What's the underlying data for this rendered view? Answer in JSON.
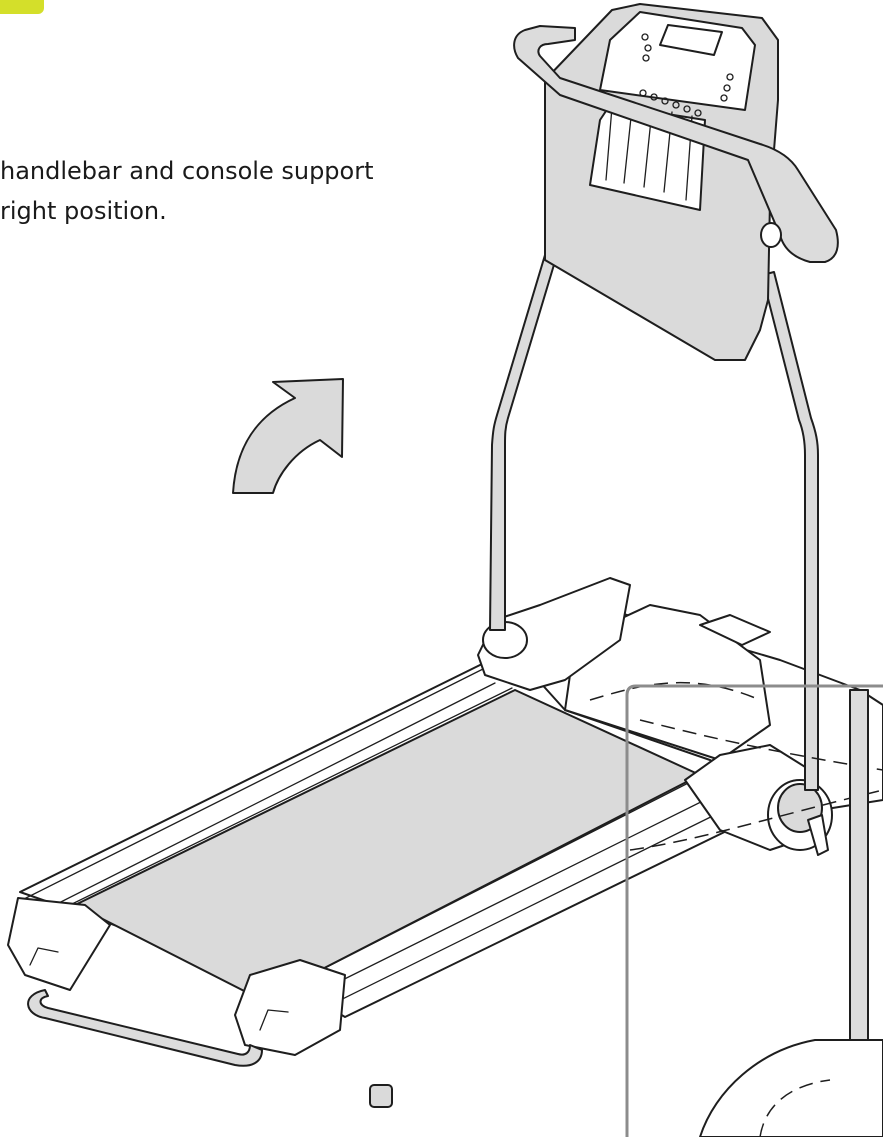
{
  "instruction": {
    "line1": "handlebar and console support",
    "line2": "right position."
  },
  "colors": {
    "step_badge": "#d4df2a",
    "part_fill": "#dadada",
    "outline": "#1e1e1e",
    "detail_frame": "#8c8c8c"
  },
  "icons": {
    "arrow": "curved-up-right-arrow",
    "illustration": "treadmill-line-drawing"
  }
}
